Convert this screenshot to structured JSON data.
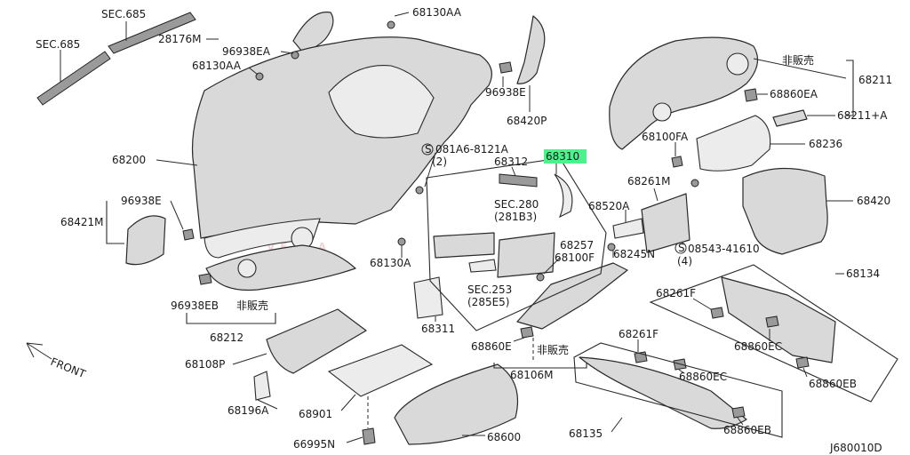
{
  "labels": {
    "sec685a": "SEC.685",
    "sec685b": "SEC.685",
    "p28176m": "28176M",
    "p96938ea": "96938EA",
    "p68130aa_top": "68130AA",
    "p68130aa_left": "68130AA",
    "p96938e_top": "96938E",
    "p68420p": "68420P",
    "p68211": "68211",
    "hihanbai_1": "非販売",
    "p68860ea": "68860EA",
    "p68211a": "68211+A",
    "p68100fa": "68100FA",
    "p68236": "68236",
    "p68200": "68200",
    "s081a6": "081A6-8121A",
    "s081a6_qty": "(2)",
    "p68312": "68312",
    "p68310": "68310",
    "p68261m_top": "68261M",
    "p68420": "68420",
    "p96938e_left": "96938E",
    "p68421m": "68421M",
    "sec280": "SEC.280",
    "sec280_ref": "(281B3)",
    "p68520a": "68520A",
    "p68257": "68257",
    "p68100f": "68100F",
    "s08543": "08543-41610",
    "s08543_qty": "(4)",
    "p68245n": "68245N",
    "p68130a": "68130A",
    "p68134": "68134",
    "p96938eb": "96938EB",
    "hihanbai_2": "非販売",
    "sec253": "SEC.253",
    "sec253_ref": "(285E5)",
    "p68261f_right": "68261F",
    "p68311": "68311",
    "p68212": "68212",
    "p68860e": "68860E",
    "hihanbai_3": "非販売",
    "p68860ec_right": "68860EC",
    "p68261f_mid": "68261F",
    "p68108p": "68108P",
    "p68106m": "68106M",
    "p68860ec_mid": "68860EC",
    "p68860eb_right": "68860EB",
    "p68196a": "68196A",
    "p68901": "68901",
    "p68600": "68600",
    "p68135": "68135",
    "p68860eb_bottom": "68860EB",
    "p66995n": "66995N",
    "front": "FRONT",
    "diagram_code": "J680010D"
  },
  "screw_symbol": "S",
  "highlight_color": "#4cf28c",
  "watermark": "VELSA"
}
